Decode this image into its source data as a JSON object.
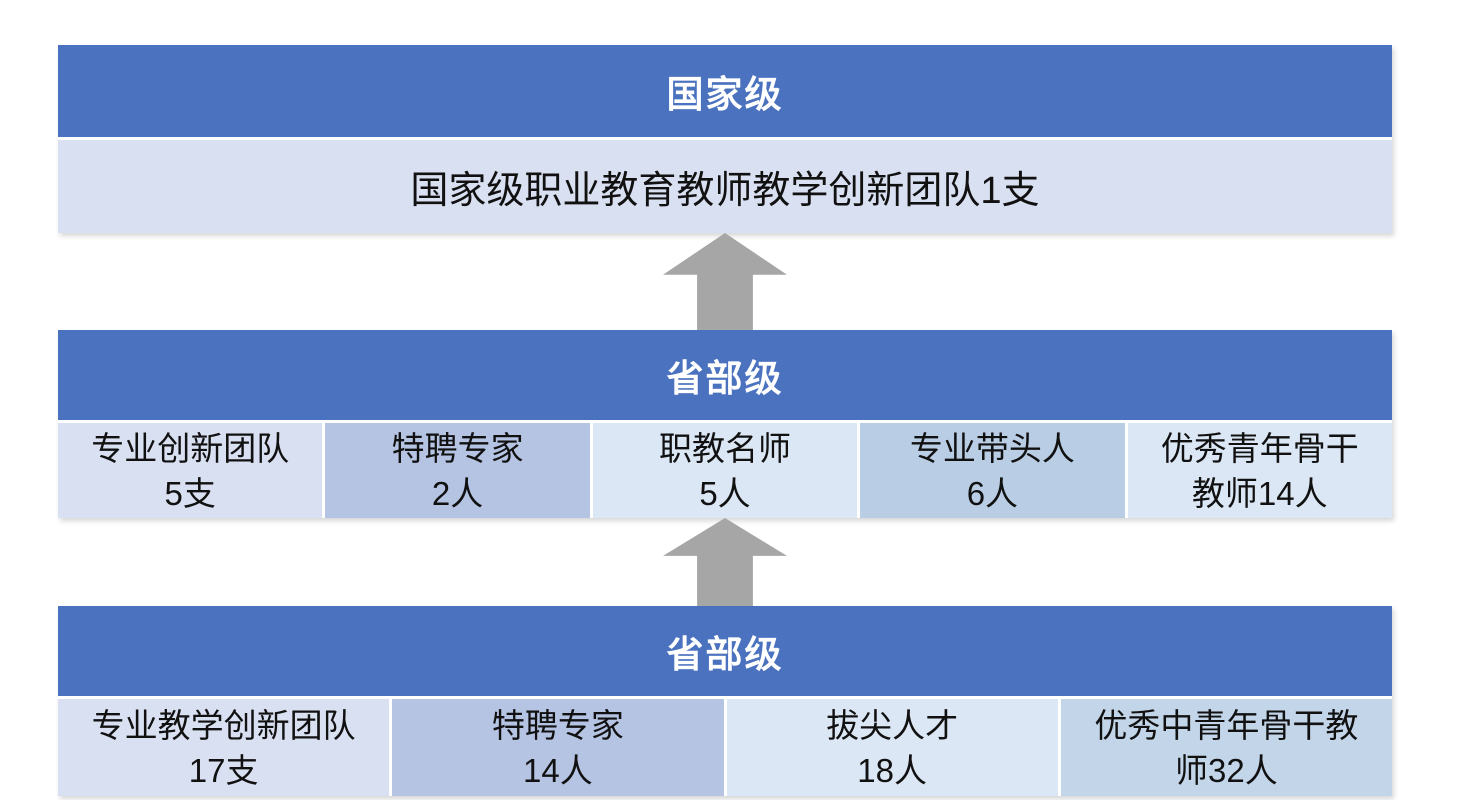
{
  "colors": {
    "header_bg": "#4b72be",
    "header_text": "#ffffff",
    "cell_text": "#111111",
    "cell_light_lavender": "#d9e0f1",
    "cell_medium_lavender": "#b5c4e3",
    "cell_light_azure": "#dbe7f4",
    "cell_medium_azure": "#b9cde5",
    "cell_medium_light_azure": "#c3d5e9",
    "arrow_gray": "#a6a6a6",
    "page_bg": "#ffffff"
  },
  "tiers": [
    {
      "header": "国家级",
      "body": "国家级职业教育教师教学创新团队1支"
    },
    {
      "header": "省部级",
      "cells": [
        {
          "line1": "专业创新团队",
          "line2": "5支"
        },
        {
          "line1": "特聘专家",
          "line2": "2人"
        },
        {
          "line1": "职教名师",
          "line2": "5人"
        },
        {
          "line1": "专业带头人",
          "line2": "6人"
        },
        {
          "line1": "优秀青年骨干",
          "line2": "教师14人"
        }
      ]
    },
    {
      "header": "省部级",
      "cells": [
        {
          "line1": "专业教学创新团队",
          "line2": "17支"
        },
        {
          "line1": "特聘专家",
          "line2": "14人"
        },
        {
          "line1": "拔尖人才",
          "line2": "18人"
        },
        {
          "line1": "优秀中青年骨干教",
          "line2": "师32人"
        }
      ]
    }
  ],
  "icons": {
    "up_arrow": "up-arrow"
  }
}
